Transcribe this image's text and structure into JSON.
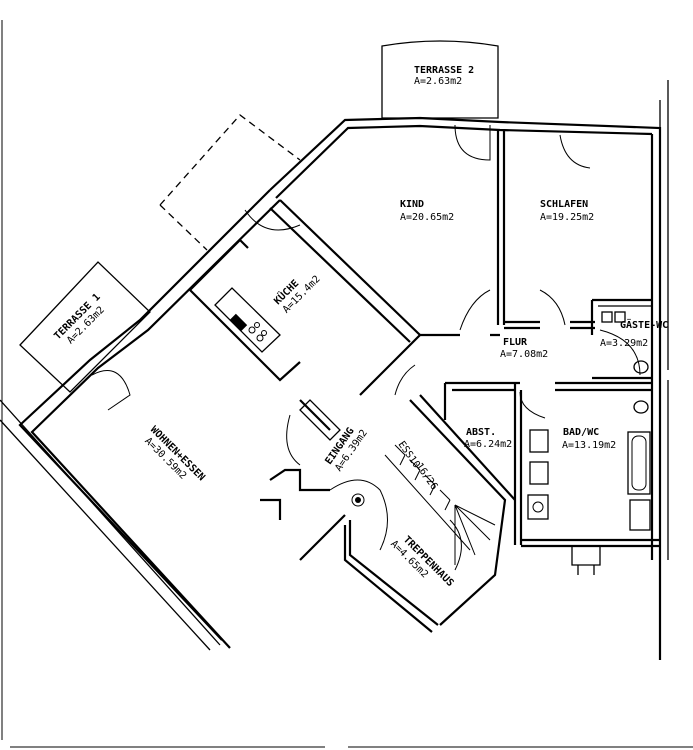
{
  "plan": {
    "type": "apartment floor plan",
    "rooms": [
      {
        "id": "terrasse2",
        "name": "TERRASSE 2",
        "area": "A=2.63m2"
      },
      {
        "id": "kind",
        "name": "KIND",
        "area": "A=20.65m2"
      },
      {
        "id": "schlafen",
        "name": "SCHLAFEN",
        "area": "A=19.25m2"
      },
      {
        "id": "terrasse1",
        "name": "TERRASSE 1",
        "area": "A=2.63m2"
      },
      {
        "id": "kueche",
        "name": "KÜCHE",
        "area": "A=15.4m2"
      },
      {
        "id": "flur",
        "name": "FLUR",
        "area": "A=7.08m2"
      },
      {
        "id": "gaeste-wc",
        "name": "GÄSTE-WC",
        "area": "A=3.29m2"
      },
      {
        "id": "wohnen-essen",
        "name": "WOHNEN+ESSEN",
        "area": "A=30.59m2"
      },
      {
        "id": "eingang",
        "name": "EINGANG",
        "area": "A=6.39m2"
      },
      {
        "id": "abst",
        "name": "ABST.",
        "area": "A=6.24m2"
      },
      {
        "id": "bad-wc",
        "name": "BAD/WC",
        "area": "A=13.19m2"
      },
      {
        "id": "treppenhaus",
        "name": "TREPPENHAUS",
        "area": "A=4.65m2"
      }
    ],
    "stair_note": {
      "line1": "ESS10",
      "line2": "16/26"
    }
  }
}
